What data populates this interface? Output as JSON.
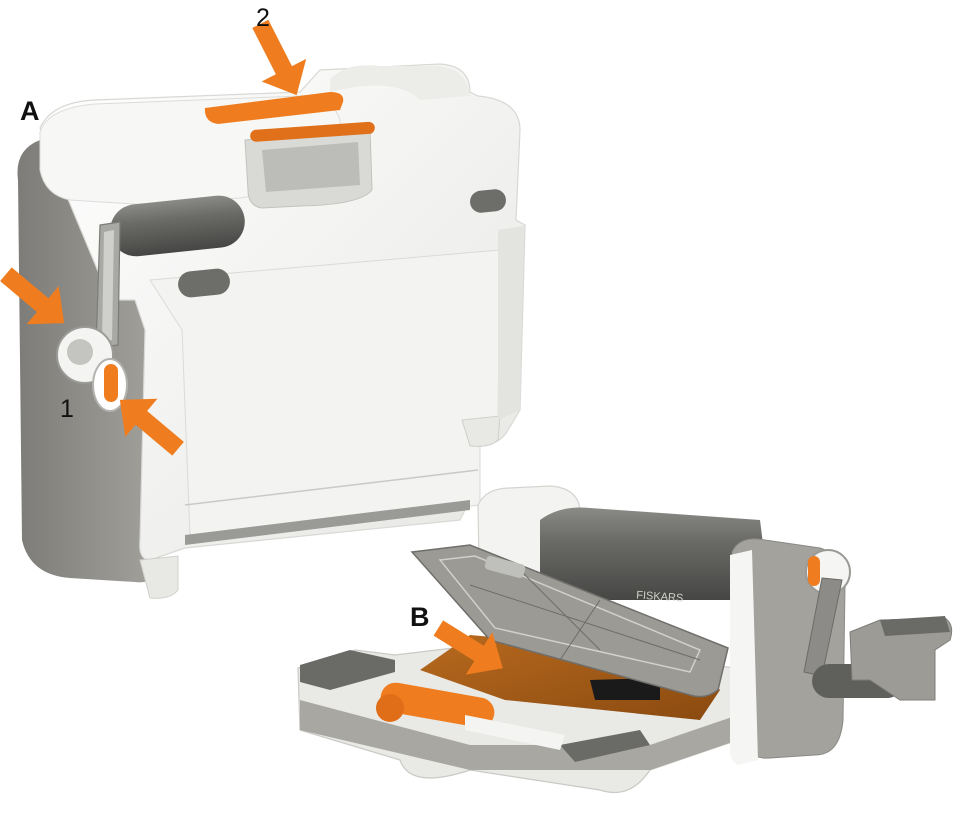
{
  "figure": {
    "labels": {
      "view_a": "A",
      "view_b": "B",
      "callout_1": "1",
      "callout_2": "2"
    },
    "logo_text": "FISKARS"
  },
  "colors": {
    "accent_orange": "#ef7d1f",
    "body_white": "#f2f2f0",
    "panel_grey": "#8c8b87",
    "dark_grey": "#5a5a58",
    "plate_brown": "#a0520f"
  },
  "icons": [
    "arrow-icon"
  ]
}
